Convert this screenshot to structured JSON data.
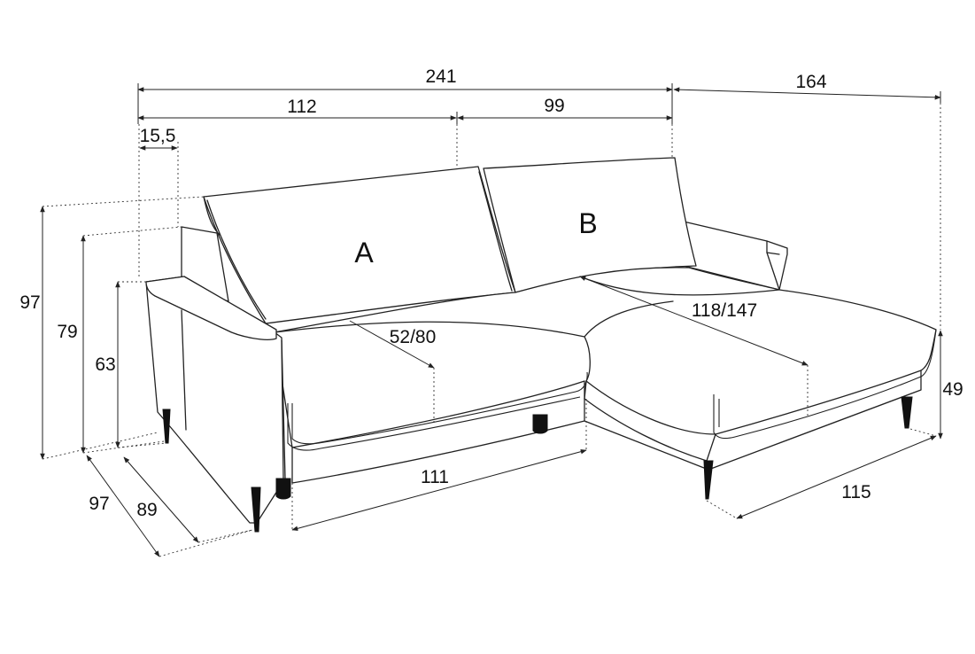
{
  "dimensions": {
    "total_width": "241",
    "section_a_width": "112",
    "section_b_width": "99",
    "chaise_length": "164",
    "armrest_width": "15,5",
    "total_height": "97",
    "backrest_height": "79",
    "armrest_height": "63",
    "total_depth": "97",
    "seat_depth_outer": "89",
    "seat_depth": "52/80",
    "chaise_bed_length": "118/147",
    "seat_width": "111",
    "chaise_width": "115",
    "chaise_height": "49"
  },
  "sections": {
    "a": "A",
    "b": "B"
  }
}
